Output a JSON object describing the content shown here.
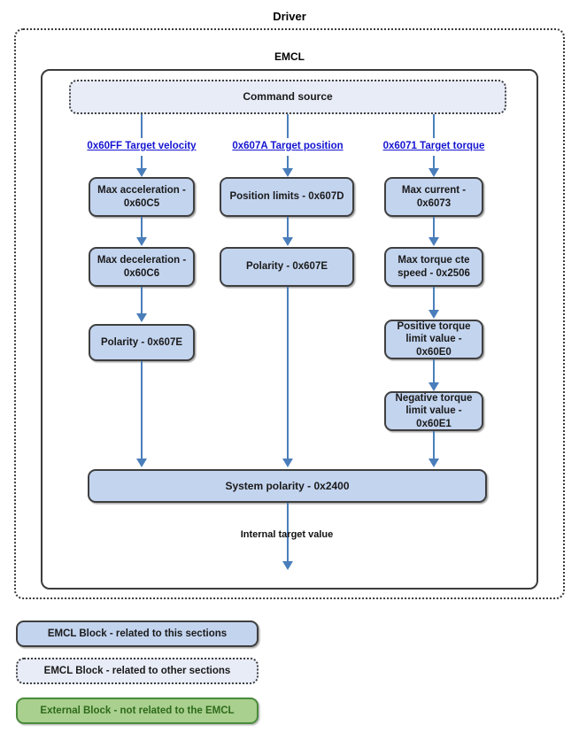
{
  "diagram": {
    "outer_title": "Driver",
    "inner_title": "EMCL",
    "command_source": "Command source",
    "internal_target_value": "Internal target value",
    "system_polarity": "System polarity - 0x2400"
  },
  "links": [
    {
      "label": "0x60FF Target velocity"
    },
    {
      "label": "0x607A Target position"
    },
    {
      "label": "0x6071 Target torque"
    }
  ],
  "columns": [
    {
      "name": "velocity",
      "blocks": [
        {
          "label": "Max acceleration - 0x60C5"
        },
        {
          "label": "Max deceleration - 0x60C6"
        },
        {
          "label": "Polarity - 0x607E"
        }
      ]
    },
    {
      "name": "position",
      "blocks": [
        {
          "label": "Position limits - 0x607D"
        },
        {
          "label": "Polarity - 0x607E"
        }
      ]
    },
    {
      "name": "torque",
      "blocks": [
        {
          "label": "Max current - 0x6073"
        },
        {
          "label": "Max torque cte speed - 0x2506"
        },
        {
          "label": "Positive torque limit value - 0x60E0"
        },
        {
          "label": "Negative torque limit value - 0x60E1"
        }
      ]
    }
  ],
  "legend": [
    {
      "label": "EMCL Block - related to this sections",
      "style": "emcl-this"
    },
    {
      "label": "EMCL Block - related to other sections",
      "style": "emcl-other"
    },
    {
      "label": "External Block - not related to the EMCL",
      "style": "external"
    }
  ],
  "colors": {
    "block_fill_this": "#c3d4ef",
    "block_fill_other": "#e8ecf7",
    "block_fill_external": "#a9d08e",
    "block_border": "#3f3f3f",
    "external_border": "#4a8b3c",
    "external_text": "#2d6a1b",
    "arrow": "#4a7ebb",
    "link_text": "#1414d2"
  }
}
